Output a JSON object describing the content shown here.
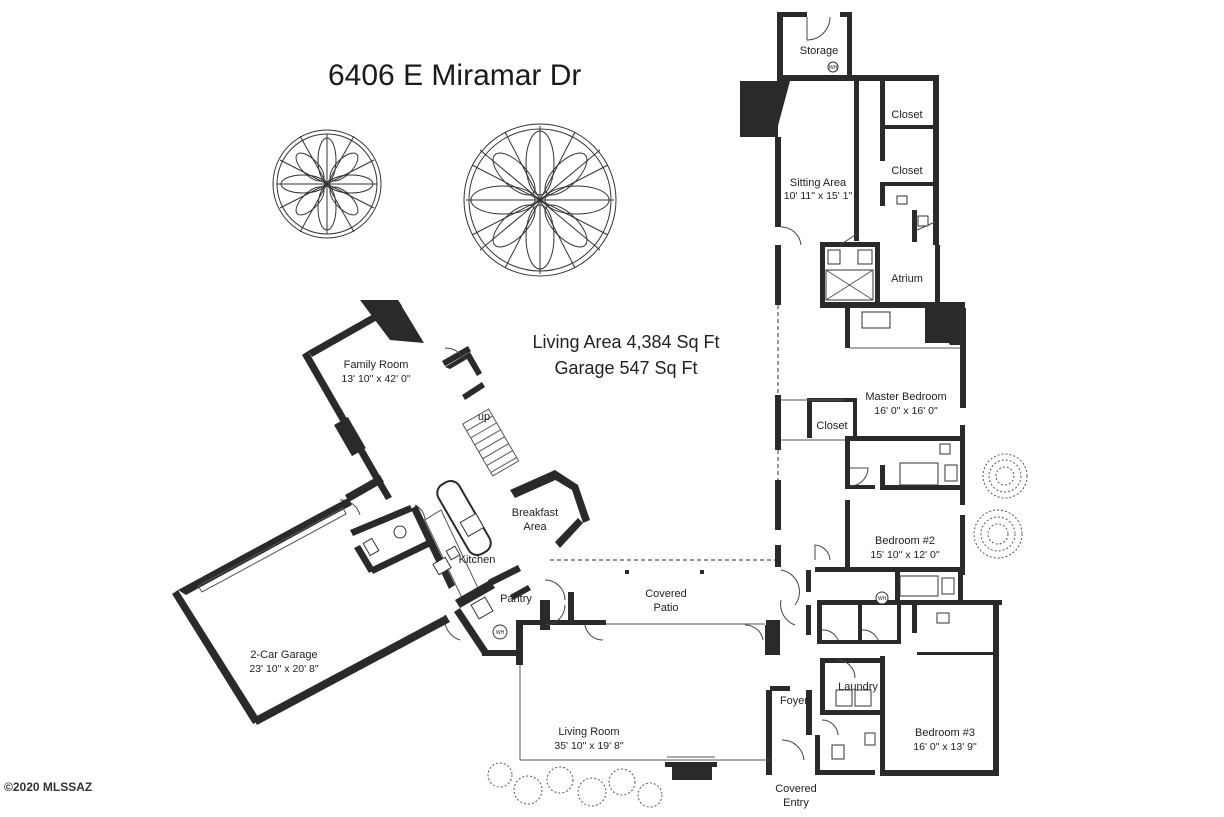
{
  "title": "6406 E Miramar Dr",
  "summary": {
    "living_area": "Living Area 4,384 Sq Ft",
    "garage_area": "Garage 547 Sq Ft"
  },
  "copyright": "©2020 MLSSAZ",
  "rooms": {
    "storage": {
      "name": "Storage"
    },
    "closet_upper": {
      "name": "Closet"
    },
    "closet_middle": {
      "name": "Closet"
    },
    "sitting_area": {
      "name": "Sitting Area",
      "dims": "10' 11\" x 15' 1\""
    },
    "atrium": {
      "name": "Atrium"
    },
    "family_room": {
      "name": "Family Room",
      "dims": "13' 10\" x 42' 0\""
    },
    "master_bedroom": {
      "name": "Master Bedroom",
      "dims": "16' 0\" x 16' 0\""
    },
    "closet_master": {
      "name": "Closet"
    },
    "breakfast_area": {
      "line1": "Breakfast",
      "line2": "Area"
    },
    "kitchen": {
      "name": "Kitchen"
    },
    "bedroom2": {
      "name": "Bedroom #2",
      "dims": "15' 10\" x 12' 0\""
    },
    "covered_patio": {
      "line1": "Covered",
      "line2": "Patio"
    },
    "pantry": {
      "name": "Pantry"
    },
    "garage": {
      "name": "2-Car Garage",
      "dims": "23' 10\" x 20' 8\""
    },
    "laundry": {
      "name": "Laundry"
    },
    "foyer": {
      "name": "Foyer"
    },
    "living_room": {
      "name": "Living Room",
      "dims": "35' 10\" x 19' 8\""
    },
    "bedroom3": {
      "name": "Bedroom #3",
      "dims": "16' 0\" x 13' 9\""
    },
    "covered_entry": {
      "line1": "Covered",
      "line2": "Entry"
    }
  },
  "stair_label": "up",
  "water_heater_label": "WH"
}
